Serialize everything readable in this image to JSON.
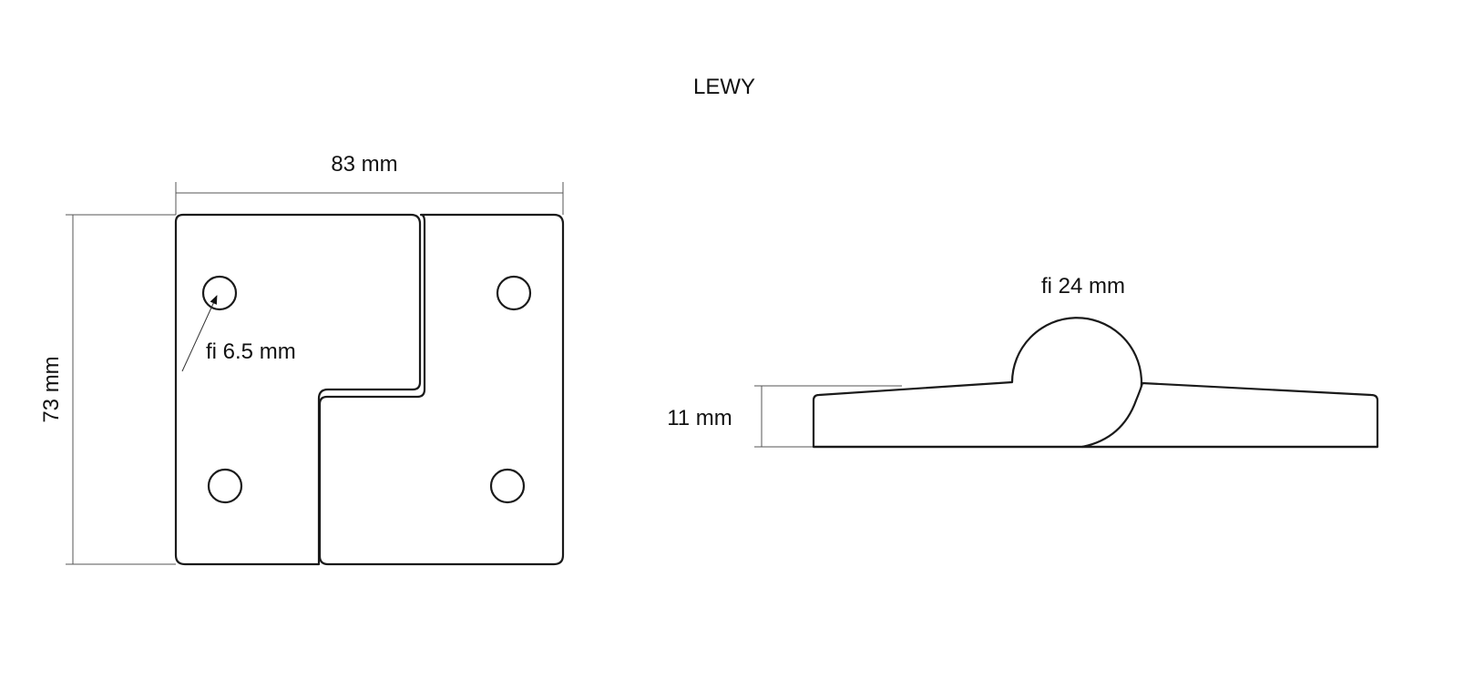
{
  "title": "LEWY",
  "front_view": {
    "width_label": "83 mm",
    "height_label": "73 mm",
    "hole_label": "fi 6.5 mm"
  },
  "side_view": {
    "diameter_label": "fi 24 mm",
    "thickness_label": "11 mm"
  },
  "colors": {
    "stroke": "#1a1a1a",
    "dimension": "#555555",
    "background": "#ffffff"
  }
}
